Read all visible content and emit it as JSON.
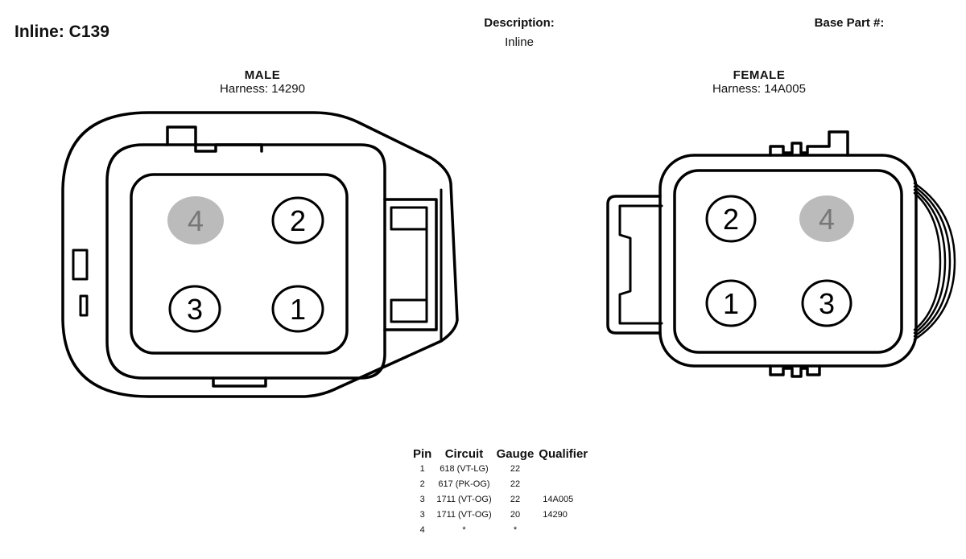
{
  "header": {
    "title": "Inline: C139",
    "description_label": "Description:",
    "description_value": "Inline",
    "base_part_label": "Base Part #:"
  },
  "male": {
    "gender": "MALE",
    "harness": "Harness: 14290",
    "cavities": [
      {
        "label": "4",
        "filled": true
      },
      {
        "label": "2",
        "filled": false
      },
      {
        "label": "3",
        "filled": false
      },
      {
        "label": "1",
        "filled": false
      }
    ]
  },
  "female": {
    "gender": "FEMALE",
    "harness": "Harness: 14A005",
    "cavities": [
      {
        "label": "2",
        "filled": false
      },
      {
        "label": "4",
        "filled": true
      },
      {
        "label": "1",
        "filled": false
      },
      {
        "label": "3",
        "filled": false
      }
    ]
  },
  "colors": {
    "outline": "#000000",
    "filled_cavity": "#bbbbbb",
    "filled_text": "#777777"
  },
  "table": {
    "headers": [
      "Pin",
      "Circuit",
      "Gauge",
      "Qualifier"
    ],
    "rows": [
      [
        "1",
        "618 (VT-LG)",
        "22",
        ""
      ],
      [
        "2",
        "617 (PK-OG)",
        "22",
        ""
      ],
      [
        "3",
        "1711 (VT-OG)",
        "22",
        "14A005"
      ],
      [
        "3",
        "1711 (VT-OG)",
        "20",
        "14290"
      ],
      [
        "4",
        "*",
        "*",
        ""
      ]
    ]
  }
}
